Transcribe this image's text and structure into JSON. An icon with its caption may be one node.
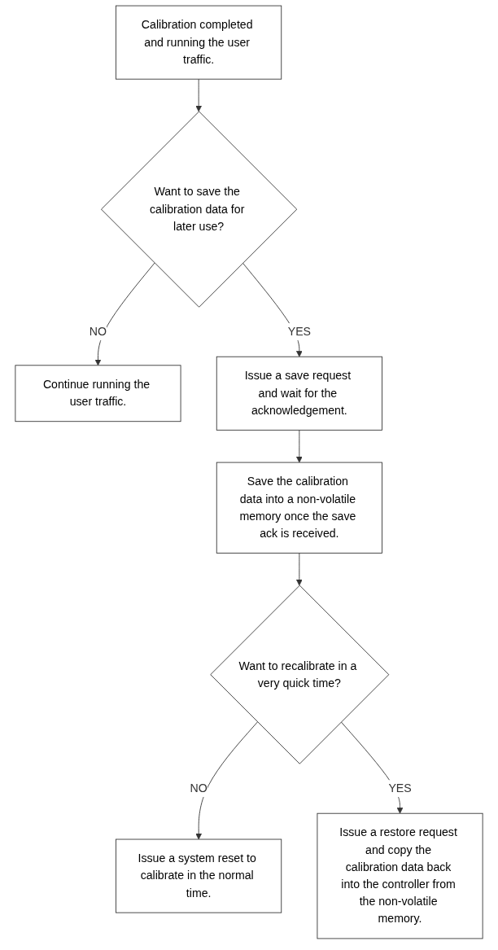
{
  "diagram": {
    "nodes": [
      {
        "text": [
          "Calibration completed and running the user traffic."
        ]
      },
      {
        "text": [
          "Want to save the calibration data for later use?"
        ]
      },
      {
        "text": [
          "Continue running the user traffic."
        ]
      },
      {
        "text": [
          "Issue a save request and wait for the acknowledgement."
        ]
      },
      {
        "text": [
          "Save the calibration data into a non-volatile memory once the save ack is received."
        ]
      },
      {
        "text": [
          "Want to recalibrate in a very quick time?"
        ]
      },
      {
        "text": [
          "Issue a system reset to calibrate in the normal time."
        ]
      },
      {
        "text": [
          "Issue a restore request and copy the calibration data back into the controller from the non-volatile memory."
        ]
      }
    ],
    "edges": [
      {
        "from": 0,
        "to": 1,
        "arrow": "to"
      },
      {
        "from": 1,
        "to": 2,
        "arrow": "to",
        "label": "NO"
      },
      {
        "from": 1,
        "to": 3,
        "arrow": "to",
        "label": "YES"
      },
      {
        "from": 3,
        "to": 4,
        "arrow": "to"
      },
      {
        "from": 4,
        "to": 5,
        "arrow": "to"
      },
      {
        "from": 5,
        "to": 6,
        "arrow": "to",
        "label": "NO"
      },
      {
        "from": 5,
        "to": 7,
        "arrow": "to",
        "label": "YES"
      }
    ]
  }
}
